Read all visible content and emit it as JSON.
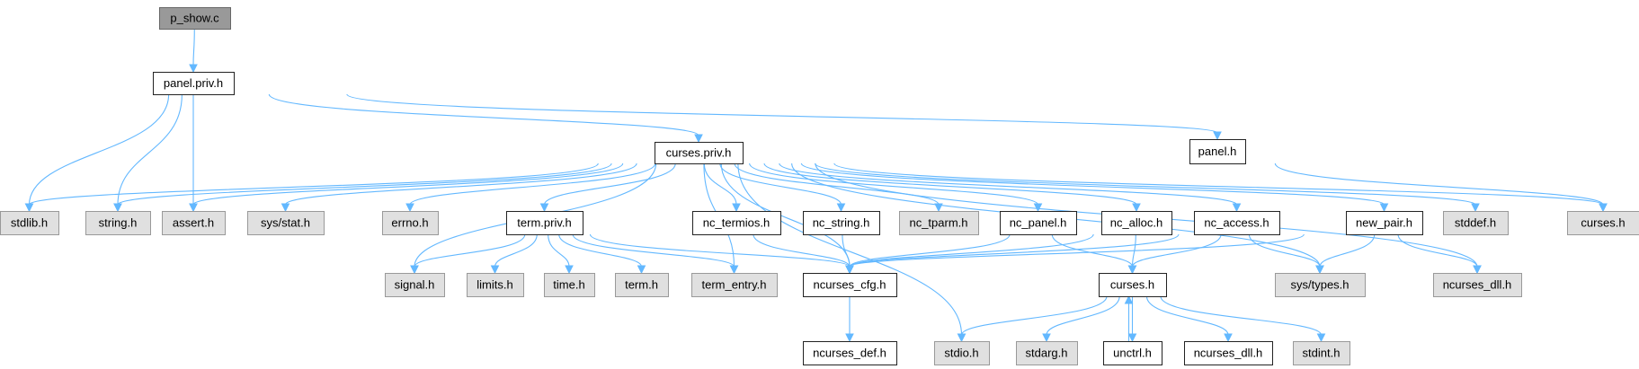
{
  "graph": {
    "nodes": [
      {
        "id": "p_show",
        "label": "p_show.c",
        "kind": "root"
      },
      {
        "id": "panel_priv",
        "label": "panel.priv.h",
        "kind": "local"
      },
      {
        "id": "curses_priv",
        "label": "curses.priv.h",
        "kind": "local"
      },
      {
        "id": "panel_h",
        "label": "panel.h",
        "kind": "local"
      },
      {
        "id": "stdlib",
        "label": "stdlib.h",
        "kind": "system"
      },
      {
        "id": "string_h",
        "label": "string.h",
        "kind": "system"
      },
      {
        "id": "assert_h",
        "label": "assert.h",
        "kind": "system"
      },
      {
        "id": "sys_stat",
        "label": "sys/stat.h",
        "kind": "system"
      },
      {
        "id": "errno_h",
        "label": "errno.h",
        "kind": "system"
      },
      {
        "id": "term_priv",
        "label": "term.priv.h",
        "kind": "local"
      },
      {
        "id": "nc_termios",
        "label": "nc_termios.h",
        "kind": "local"
      },
      {
        "id": "nc_string",
        "label": "nc_string.h",
        "kind": "local"
      },
      {
        "id": "nc_tparm",
        "label": "nc_tparm.h",
        "kind": "system"
      },
      {
        "id": "nc_panel",
        "label": "nc_panel.h",
        "kind": "local"
      },
      {
        "id": "nc_alloc",
        "label": "nc_alloc.h",
        "kind": "local"
      },
      {
        "id": "nc_access",
        "label": "nc_access.h",
        "kind": "local"
      },
      {
        "id": "new_pair",
        "label": "new_pair.h",
        "kind": "local"
      },
      {
        "id": "stddef_h",
        "label": "stddef.h",
        "kind": "system"
      },
      {
        "id": "curses_h_sys",
        "label": "curses.h",
        "kind": "system"
      },
      {
        "id": "signal_h",
        "label": "signal.h",
        "kind": "system"
      },
      {
        "id": "limits_h",
        "label": "limits.h",
        "kind": "system"
      },
      {
        "id": "time_h",
        "label": "time.h",
        "kind": "system"
      },
      {
        "id": "term_h",
        "label": "term.h",
        "kind": "system"
      },
      {
        "id": "term_entry",
        "label": "term_entry.h",
        "kind": "system"
      },
      {
        "id": "ncurses_cfg",
        "label": "ncurses_cfg.h",
        "kind": "local"
      },
      {
        "id": "curses_h",
        "label": "curses.h",
        "kind": "local"
      },
      {
        "id": "sys_types",
        "label": "sys/types.h",
        "kind": "system"
      },
      {
        "id": "ncurses_dll_sys",
        "label": "ncurses_dll.h",
        "kind": "system"
      },
      {
        "id": "ncurses_def",
        "label": "ncurses_def.h",
        "kind": "local"
      },
      {
        "id": "stdio_h",
        "label": "stdio.h",
        "kind": "system"
      },
      {
        "id": "stdarg_h",
        "label": "stdarg.h",
        "kind": "system"
      },
      {
        "id": "unctrl_h",
        "label": "unctrl.h",
        "kind": "local"
      },
      {
        "id": "ncurses_dll_h",
        "label": "ncurses_dll.h",
        "kind": "local"
      },
      {
        "id": "stdint_h",
        "label": "stdint.h",
        "kind": "system"
      }
    ],
    "edges": [
      [
        "p_show",
        "panel_priv"
      ],
      [
        "panel_priv",
        "stdlib"
      ],
      [
        "panel_priv",
        "string_h"
      ],
      [
        "panel_priv",
        "assert_h"
      ],
      [
        "panel_priv",
        "curses_priv"
      ],
      [
        "panel_priv",
        "panel_h"
      ],
      [
        "curses_priv",
        "stdlib"
      ],
      [
        "curses_priv",
        "string_h"
      ],
      [
        "curses_priv",
        "assert_h"
      ],
      [
        "curses_priv",
        "sys_stat"
      ],
      [
        "curses_priv",
        "errno_h"
      ],
      [
        "curses_priv",
        "term_priv"
      ],
      [
        "curses_priv",
        "nc_termios"
      ],
      [
        "curses_priv",
        "nc_string"
      ],
      [
        "curses_priv",
        "nc_tparm"
      ],
      [
        "curses_priv",
        "nc_panel"
      ],
      [
        "curses_priv",
        "nc_alloc"
      ],
      [
        "curses_priv",
        "nc_access"
      ],
      [
        "curses_priv",
        "new_pair"
      ],
      [
        "curses_priv",
        "stddef_h"
      ],
      [
        "curses_priv",
        "curses_h_sys"
      ],
      [
        "curses_priv",
        "signal_h"
      ],
      [
        "curses_priv",
        "term_entry"
      ],
      [
        "curses_priv",
        "ncurses_cfg"
      ],
      [
        "curses_priv",
        "sys_types"
      ],
      [
        "curses_priv",
        "ncurses_dll_sys"
      ],
      [
        "curses_priv",
        "stdio_h"
      ],
      [
        "panel_h",
        "curses_h_sys"
      ],
      [
        "term_priv",
        "signal_h"
      ],
      [
        "term_priv",
        "limits_h"
      ],
      [
        "term_priv",
        "time_h"
      ],
      [
        "term_priv",
        "term_h"
      ],
      [
        "term_priv",
        "term_entry"
      ],
      [
        "term_priv",
        "ncurses_cfg"
      ],
      [
        "nc_termios",
        "ncurses_cfg"
      ],
      [
        "nc_string",
        "ncurses_cfg"
      ],
      [
        "nc_panel",
        "ncurses_cfg"
      ],
      [
        "nc_panel",
        "curses_h"
      ],
      [
        "nc_alloc",
        "ncurses_cfg"
      ],
      [
        "nc_alloc",
        "curses_h"
      ],
      [
        "nc_access",
        "ncurses_cfg"
      ],
      [
        "nc_access",
        "curses_h"
      ],
      [
        "nc_access",
        "sys_types"
      ],
      [
        "new_pair",
        "ncurses_cfg"
      ],
      [
        "new_pair",
        "sys_types"
      ],
      [
        "new_pair",
        "ncurses_dll_sys"
      ],
      [
        "ncurses_cfg",
        "ncurses_def"
      ],
      [
        "curses_h",
        "stdio_h"
      ],
      [
        "curses_h",
        "stdarg_h"
      ],
      [
        "curses_h",
        "unctrl_h"
      ],
      [
        "curses_h",
        "ncurses_dll_h"
      ],
      [
        "curses_h",
        "stdint_h"
      ],
      [
        "unctrl_h",
        "curses_h"
      ]
    ]
  }
}
